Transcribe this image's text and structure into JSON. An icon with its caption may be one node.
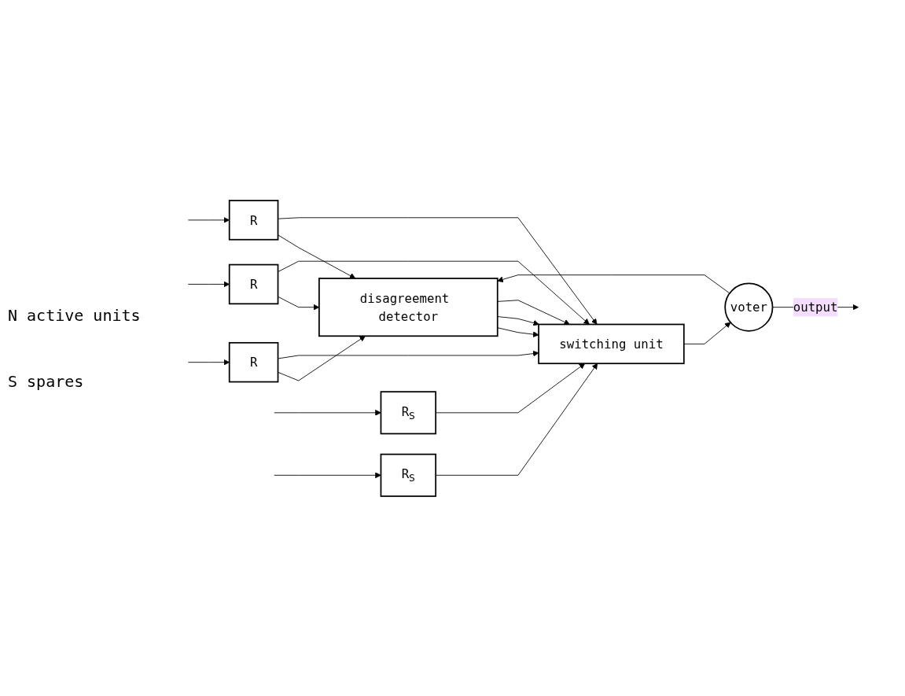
{
  "diagram": {
    "nodes": [
      {
        "text": [
          "disagreement detector"
        ]
      },
      {
        "text": [
          "R"
        ]
      },
      {
        "text": [
          "R"
        ]
      },
      {
        "text": [
          "R"
        ]
      },
      {
        "text": [
          "switching unit"
        ]
      },
      {
        "text": [
          "voter"
        ]
      },
      {
        "text": [
          "R$_{S}$"
        ]
      },
      {
        "text": [
          "R$_{S}$"
        ]
      }
    ],
    "edges": [
      {
        "from": null,
        "to": 1,
        "arrow": "to"
      },
      {
        "from": null,
        "to": 2,
        "arrow": "to"
      },
      {
        "from": null,
        "to": 3,
        "arrow": "to"
      },
      {
        "from": 1,
        "to": 0,
        "arrow": "to"
      },
      {
        "from": 2,
        "to": 0,
        "arrow": "to"
      },
      {
        "from": 3,
        "to": 0,
        "arrow": "to"
      },
      {
        "from": 1,
        "to": 4,
        "arrow": "to"
      },
      {
        "from": 2,
        "to": 4,
        "arrow": "to"
      },
      {
        "from": 3,
        "to": 4,
        "arrow": "to"
      },
      {
        "from": 0,
        "to": 4,
        "arrow": "to"
      },
      {
        "from": 0,
        "to": 4,
        "arrow": "to"
      },
      {
        "from": 0,
        "to": 4,
        "arrow": "to"
      },
      {
        "from": null,
        "to": 6,
        "arrow": "to"
      },
      {
        "from": null,
        "to": 7,
        "arrow": "to"
      },
      {
        "from": 6,
        "to": 4,
        "arrow": "to"
      },
      {
        "from": 7,
        "to": 4,
        "arrow": "to"
      },
      {
        "from": 4,
        "to": 5,
        "arrow": "to"
      },
      {
        "from": 5,
        "to": null,
        "label": "output",
        "arrow": "to"
      },
      {
        "from": 5,
        "to": 0,
        "arrow": "to"
      }
    ],
    "labels": [
      "N active units",
      "S spares"
    ]
  }
}
